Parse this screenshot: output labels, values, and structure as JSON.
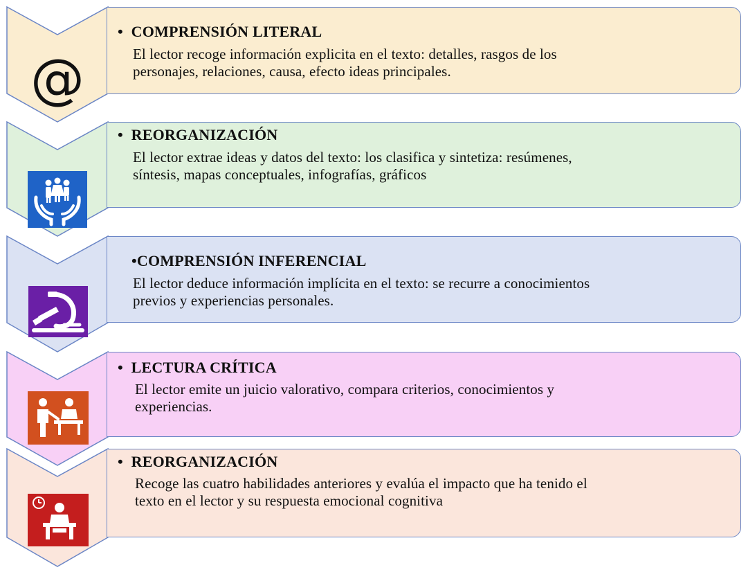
{
  "colors": {
    "border": "#6b86c6",
    "steps": [
      {
        "fill": "#fbedd0"
      },
      {
        "fill": "#dff1dc"
      },
      {
        "fill": "#dbe2f3"
      },
      {
        "fill": "#f8d0f6"
      },
      {
        "fill": "#fbe6dc"
      }
    ],
    "icon_tiles": [
      "#1f63c7",
      "#6a1fa6",
      "#d2501f",
      "#c41e1e"
    ]
  },
  "steps": [
    {
      "bullet": "•",
      "title": "COMPRENSIÓN LITERAL",
      "lines": [
        "El lector recoge información explicita en el texto: detalles, rasgos de los",
        "personajes, relaciones, causa, efecto ideas principales."
      ],
      "icon": "at-sign-icon",
      "icon_text": "@"
    },
    {
      "bullet": "•",
      "title": "REORGANIZACIÓN",
      "lines": [
        "El lector extrae ideas y datos del texto: los clasifica y sintetiza: resúmenes,",
        "síntesis, mapas conceptuales, infografías, gráficos"
      ],
      "icon": "family-in-hands-icon"
    },
    {
      "bullet": "•",
      "title": "COMPRENSIÓN INFERENCIAL",
      "lines": [
        "El lector deduce información implícita en el texto: se recurre a conocimientos",
        "previos y experiencias personales."
      ],
      "icon": "microscope-icon"
    },
    {
      "bullet": "•",
      "title": "LECTURA CRÍTICA",
      "lines": [
        "El lector emite un juicio valorativo, compara criterios, conocimientos y",
        "experiencias."
      ],
      "icon": "people-at-table-icon"
    },
    {
      "bullet": "•",
      "title": "REORGANIZACIÓN",
      "lines": [
        "Recoge las cuatro habilidades anteriores y evalúa el impacto que ha tenido el",
        "texto en el lector y su respuesta emocional cognitiva"
      ],
      "icon": "person-at-desk-icon"
    }
  ]
}
